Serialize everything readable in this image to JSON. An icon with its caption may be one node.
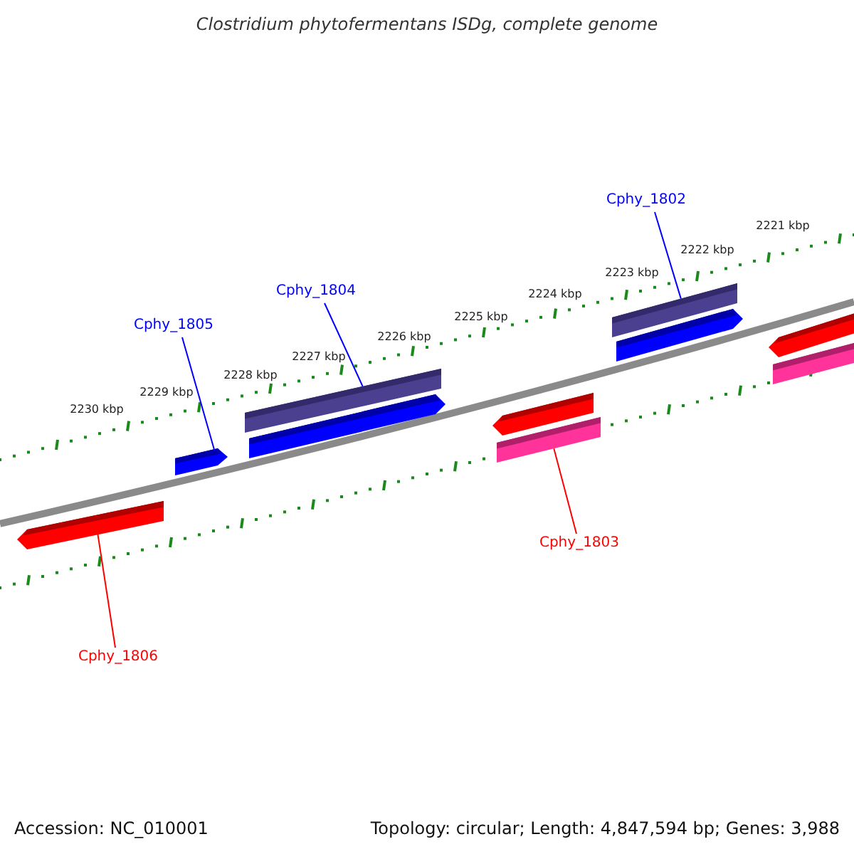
{
  "diagram": {
    "title": "Clostridium phytofermentans ISDg, complete genome",
    "nodes": [
      {
        "text": [
          "Cphy_1802"
        ]
      },
      {
        "text": [
          "Cphy_1804"
        ]
      },
      {
        "text": [
          "Cphy_1805"
        ]
      },
      {
        "text": [
          "Cphy_1803"
        ]
      },
      {
        "text": [
          "Cphy_1806"
        ]
      },
      {
        "text": [],
        "shape": "bar"
      },
      {
        "text": [],
        "shape": "bar"
      },
      {
        "text": [],
        "shape": "bar"
      },
      {
        "text": [],
        "shape": "bar"
      },
      {
        "text": [],
        "shape": "bar"
      },
      {
        "text": [],
        "shape": "bar"
      },
      {
        "text": [],
        "shape": "bar"
      },
      {
        "text": [],
        "shape": "bar"
      },
      {
        "text": [],
        "shape": "bar"
      },
      {
        "text": [],
        "shape": "bar"
      }
    ],
    "edges": [
      {
        "from": 0,
        "to": 11,
        "arrow": "none",
        "color": "#0000ff"
      },
      {
        "from": 1,
        "to": 7,
        "arrow": "none",
        "color": "#0000ff"
      },
      {
        "from": 2,
        "to": 6,
        "arrow": "none",
        "color": "#0000ff"
      },
      {
        "from": 3,
        "to": 10,
        "arrow": "none",
        "color": "#ff0000"
      },
      {
        "from": 4,
        "to": 5,
        "arrow": "none",
        "color": "#ff0000"
      }
    ],
    "labels": [
      "2230 kbp",
      "2229 kbp",
      "2228 kbp",
      "2227 kbp",
      "2226 kbp",
      "2225 kbp",
      "2224 kbp",
      "2223 kbp",
      "2222 kbp",
      "2221 kbp",
      "Accession: NC_010001",
      "Topology: circular; Length: 4,847,594 bp; Genes: 3,988"
    ]
  }
}
